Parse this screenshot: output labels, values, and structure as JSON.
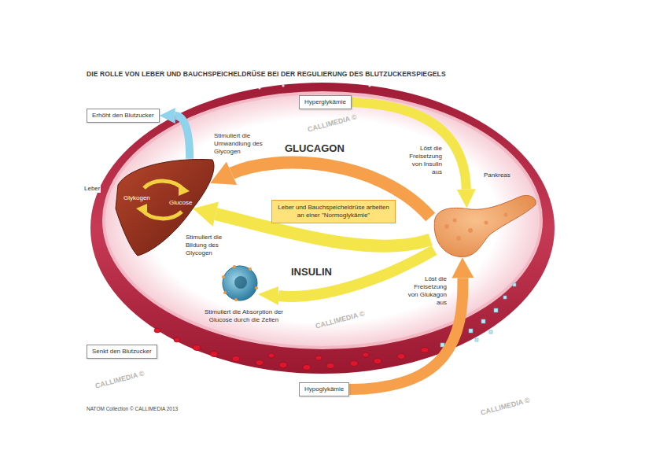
{
  "diagram": {
    "title": "DIE ROLLE VON LEBER UND BAUCHSPEICHELDRÜSE BEI DER REGULIERUNG DES BLUTZUCKERSPIEGELS",
    "nodes": [
      {
        "text": [
          "Erhöht den Blutzucker"
        ]
      },
      {
        "text": [
          "Hyperglykämie"
        ]
      },
      {
        "text": [
          "Leber",
          "Glykogen",
          "Glucose"
        ]
      },
      {
        "text": [
          "Leber und Bauchspeicheldrüse arbeiten an einer \"Normoglykämie\""
        ]
      },
      {
        "text": [
          "Pankreas"
        ]
      },
      {
        "text": [
          "Senkt den Blutzucker"
        ]
      },
      {
        "text": [
          "Hypoglykämie"
        ]
      }
    ],
    "edges": [
      {
        "from": 2,
        "to": 0,
        "arrow": "to"
      },
      {
        "from": 1,
        "to": 4,
        "arrow": "to"
      },
      {
        "from": 4,
        "to": 2,
        "label": "GLUCAGON",
        "arrow": "to"
      },
      {
        "from": 4,
        "to": 2,
        "label": "INSULIN",
        "arrow": "to"
      },
      {
        "from": 6,
        "to": 4,
        "arrow": "to"
      }
    ],
    "labels": [
      "Stimuliert die Umwandlung des Glycogen",
      "Löst die Freisetzung von Insulin aus",
      "Stimuliert die Bildung des Glycogen",
      "Löst die Freisetzung von Glukagon aus",
      "Stimuliert die Absorption der Glucose durch die Zellen",
      "NATOM Collection © CALLIMEDIA 2013",
      "CALLIMEDIA ©",
      "CALLIMEDIA ©",
      "CALLIMEDIA ©",
      "CALLIMEDIA ©"
    ]
  }
}
